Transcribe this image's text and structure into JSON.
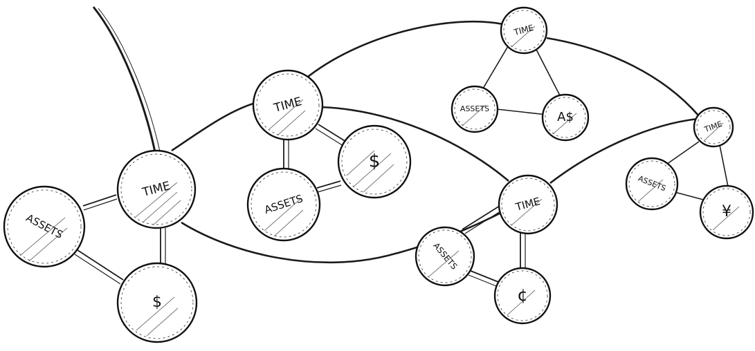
{
  "labels": {
    "time": "TIME",
    "assets": "ASSETS",
    "assets_small": "ASSETS",
    "yen": "¥",
    "cent": "¢",
    "austral": "A$",
    "sigil_a": "$",
    "sigil_b": "$"
  },
  "colors": {
    "ink": "#111111",
    "paper": "#ffffff"
  }
}
